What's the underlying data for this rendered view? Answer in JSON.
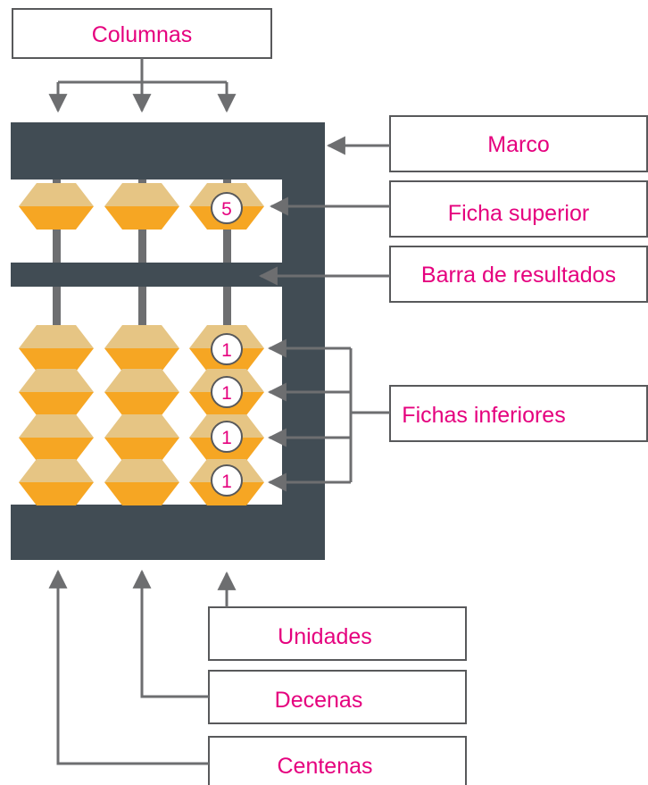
{
  "labels": {
    "columnas": "Columnas",
    "marco": "Marco",
    "ficha_superior": "Ficha superior",
    "barra_resultados": "Barra de resultados",
    "fichas_inferiores": "Fichas inferiores",
    "unidades": "Unidades",
    "decenas": "Decenas",
    "centenas": "Centenas"
  },
  "badges": {
    "upper": "5",
    "lower": [
      "1",
      "1",
      "1",
      "1"
    ]
  },
  "colors": {
    "frame": "#414c54",
    "rod": "#6d6e70",
    "bead_light": "#e6c584",
    "bead_dark": "#f6a623",
    "label_text": "#e5007e",
    "box_border": "#58595b",
    "arrow": "#6d6e70"
  }
}
